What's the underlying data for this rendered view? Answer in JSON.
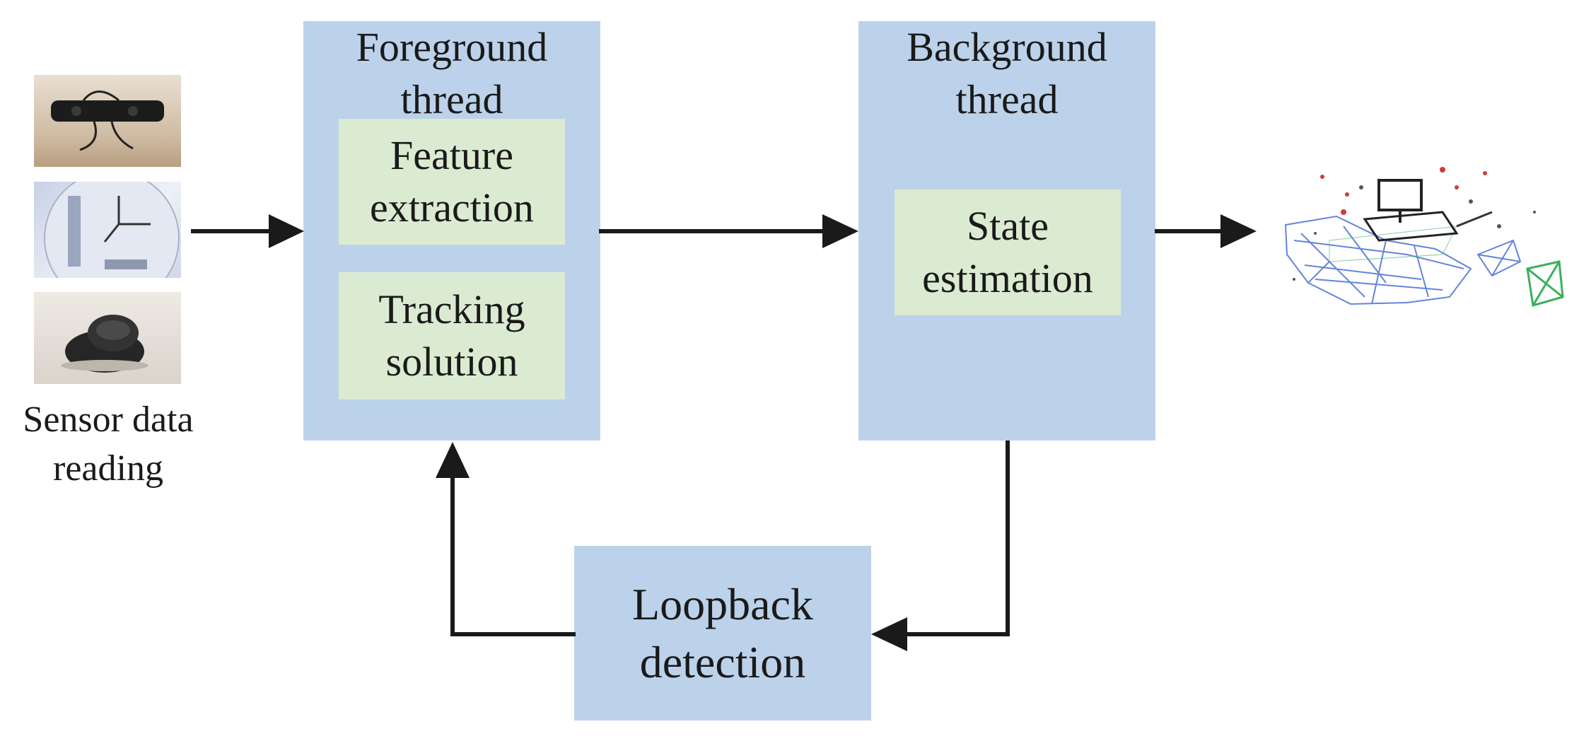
{
  "sensors": {
    "label_line1": "Sensor data",
    "label_line2": "reading"
  },
  "foreground": {
    "title_line1": "Foreground",
    "title_line2": "thread",
    "feature_line1": "Feature",
    "feature_line2": "extraction",
    "tracking_line1": "Tracking",
    "tracking_line2": "solution"
  },
  "background": {
    "title_line1": "Background",
    "title_line2": "thread",
    "state_line1": "State",
    "state_line2": "estimation"
  },
  "loopback": {
    "line1": "Loopback",
    "line2": "detection"
  },
  "colors": {
    "thread_fill": "#bcd2ea",
    "module_fill": "#dbebd2",
    "arrow": "#1a1a1a"
  }
}
